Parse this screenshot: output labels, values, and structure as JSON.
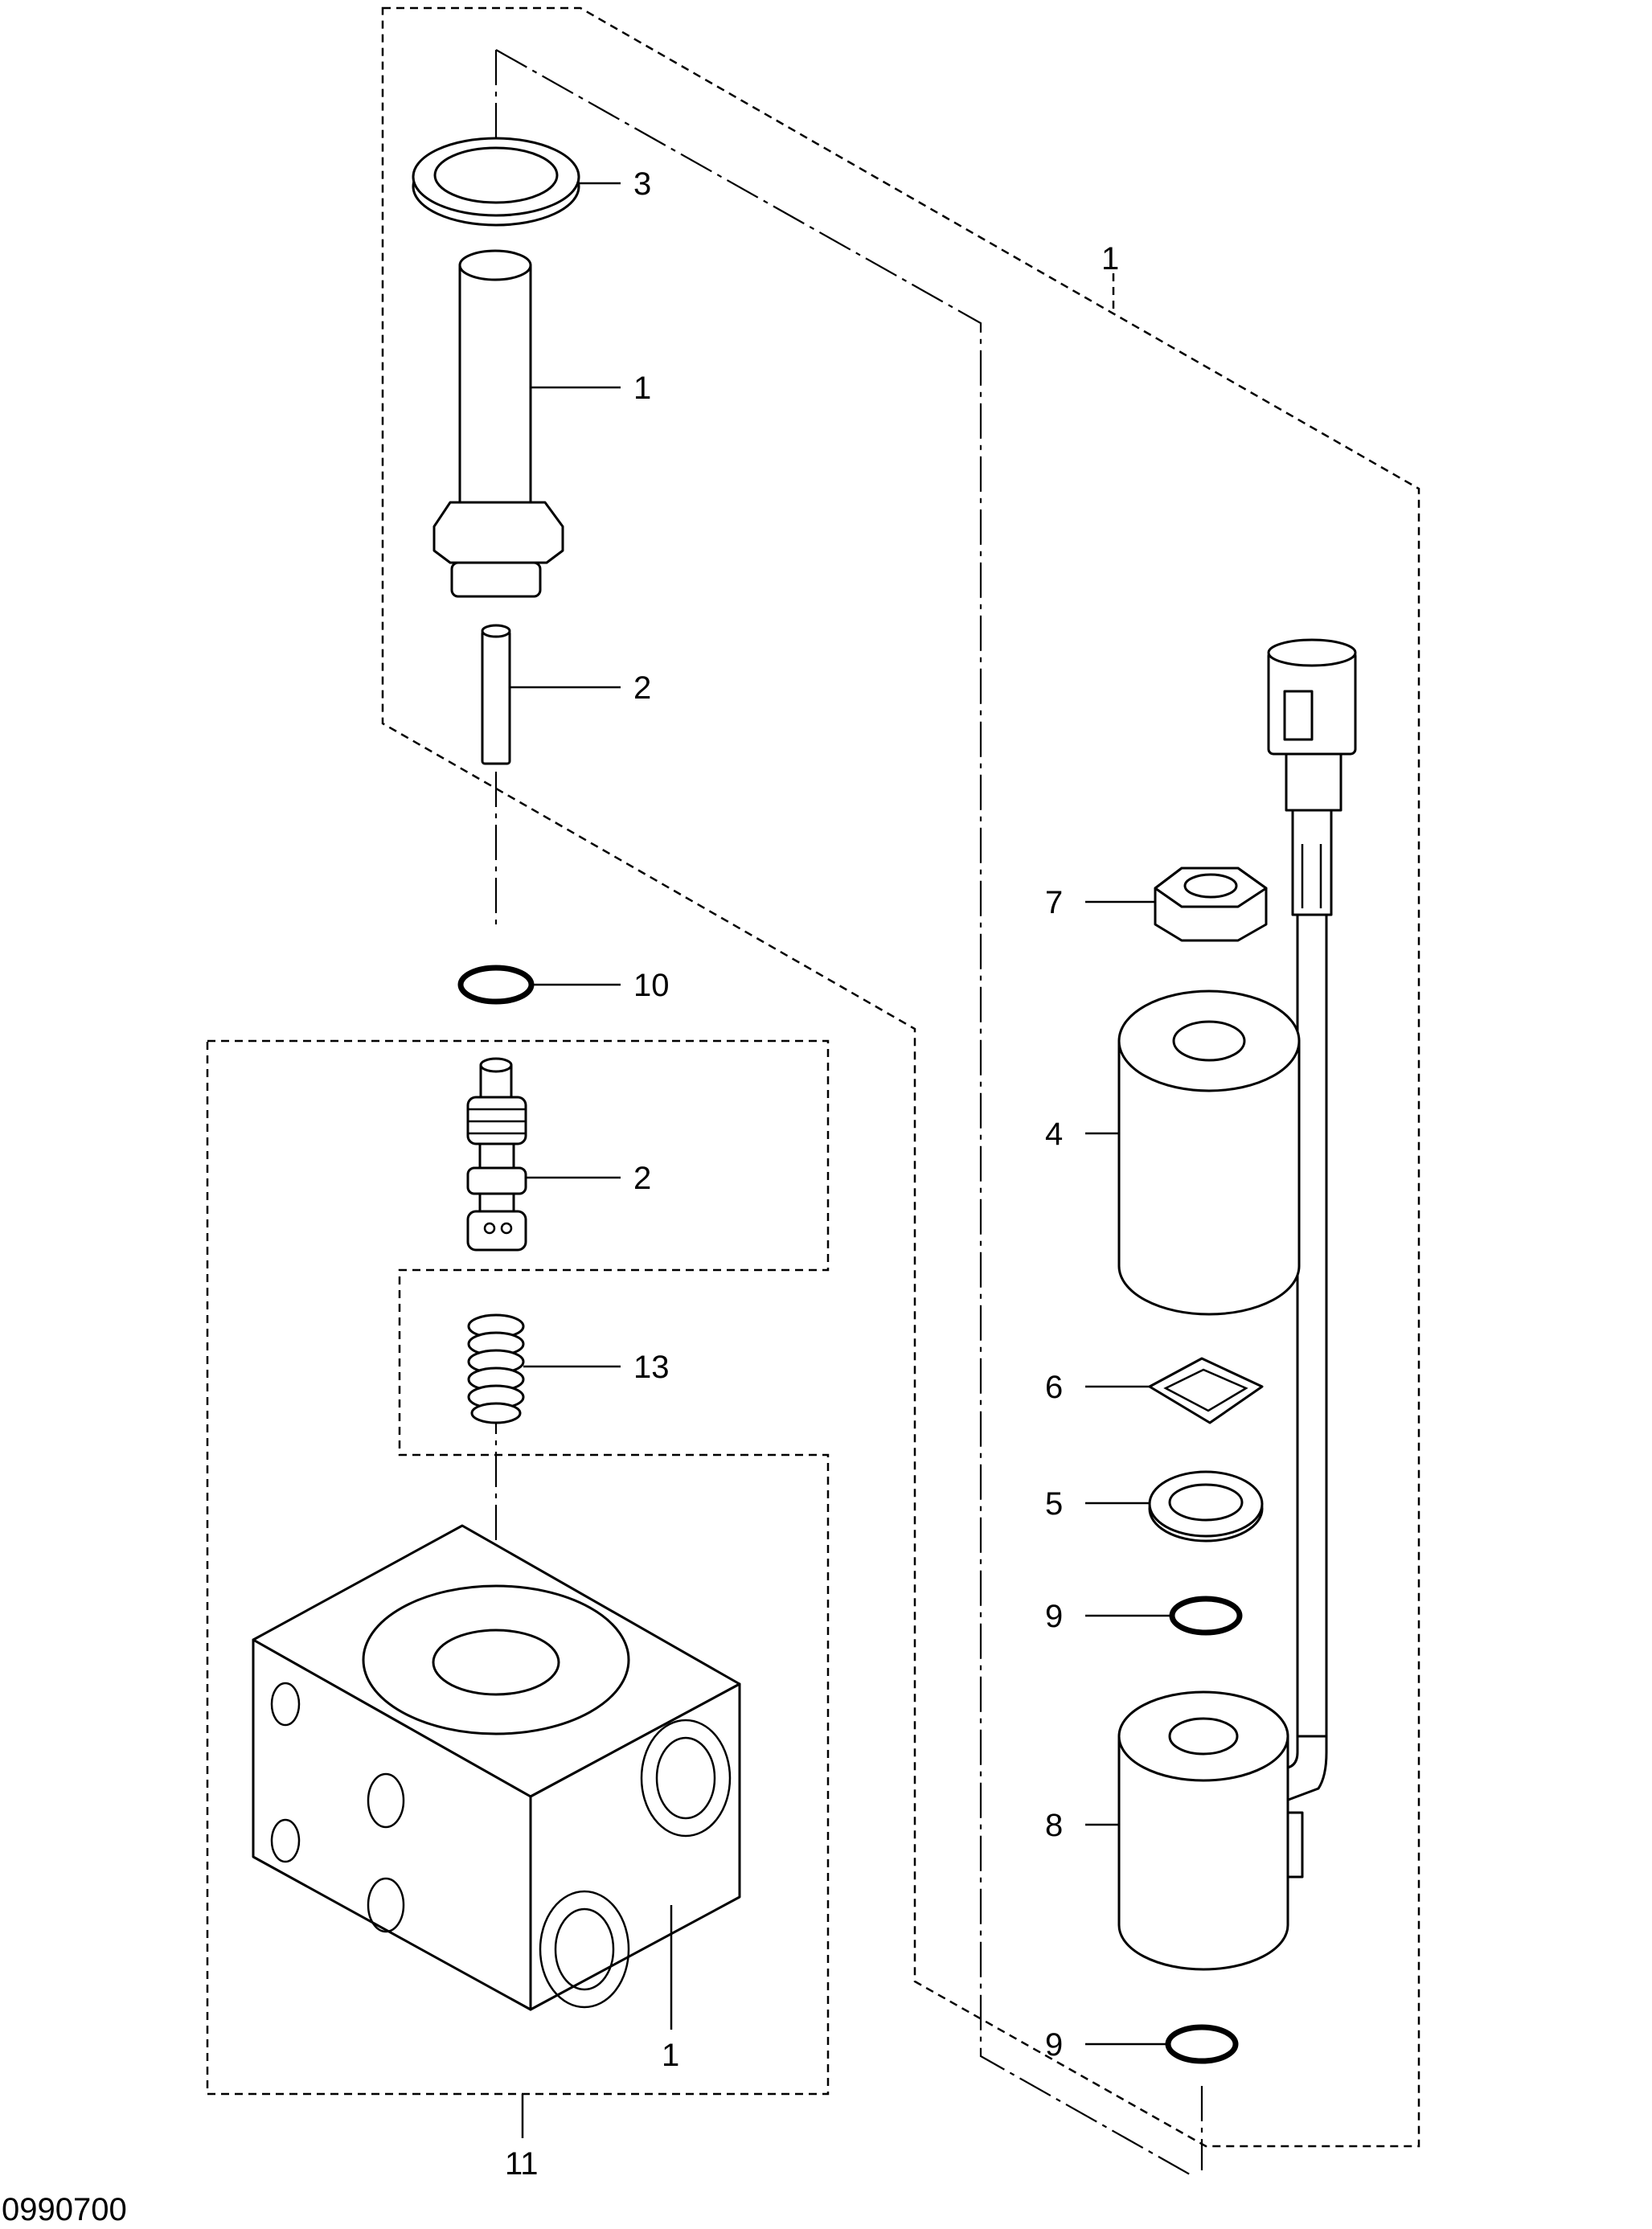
{
  "drawing_code": "0990700",
  "callouts": {
    "kit_1": "1",
    "seal_3": "3",
    "sleeve_1": "1",
    "pin_2": "2",
    "oring_10": "10",
    "spool_2": "2",
    "spring_13": "13",
    "block_1": "1",
    "assembly_11": "11",
    "nut_7": "7",
    "coil_4": "4",
    "washer_6": "6",
    "washer_5": "5",
    "oring_9_upper": "9",
    "coil_8": "8",
    "oring_9_lower": "9"
  }
}
